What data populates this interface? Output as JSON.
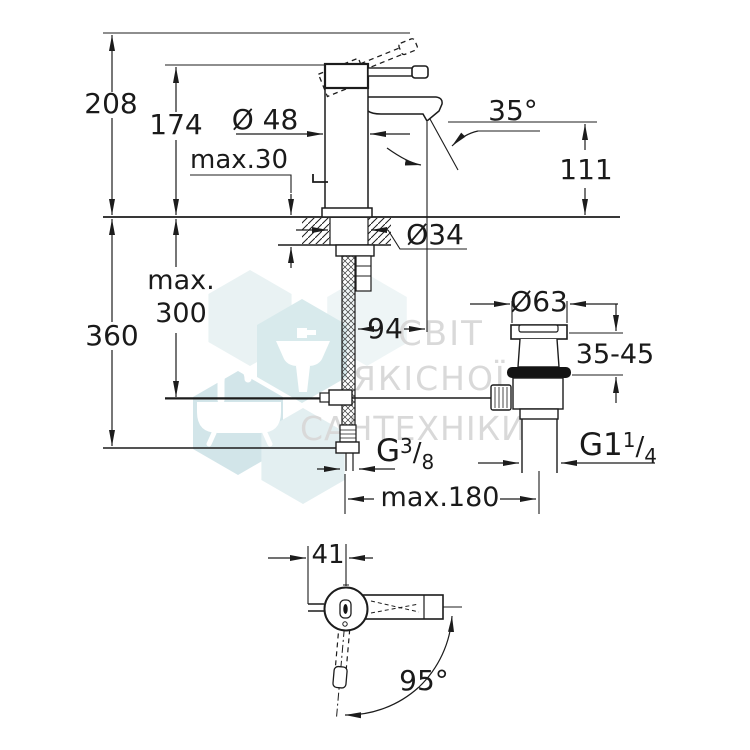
{
  "watermark": {
    "line1": "СВІТ",
    "line2": "ЯКІСНОЇ",
    "line3": "САНТЕХНІКИ",
    "hex_color": "#d8eaec",
    "text_color": "#d9d9d9",
    "icon_color": "#ffffff",
    "icons": {
      "washbasin": "washbasin-icon",
      "bathtub": "bathtub-icon"
    }
  },
  "drawing": {
    "line_color": "#1c1c1c",
    "dimensions": {
      "total_height": "208",
      "body_height": "174",
      "body_diameter": "Ø 48",
      "deck_thickness": "max.30",
      "spout_angle": "35°",
      "outlet_height": "111",
      "hole_diameter": "Ø34",
      "hose_depth_label": "max.",
      "hose_depth_value": "300",
      "below_deck_height": "360",
      "spout_projection": "94",
      "waste_flange_diameter": "Ø63",
      "basin_thickness_range": "35-45",
      "rod_reach": "max.180",
      "handle_offset": "41",
      "handle_swivel_angle": "95°",
      "supply_thread": {
        "base": "G",
        "numerator": "3",
        "sep": "/",
        "denominator": "8"
      },
      "waste_thread": {
        "base": "G1",
        "numerator": "1",
        "sep": "/",
        "denominator": "4"
      }
    }
  }
}
